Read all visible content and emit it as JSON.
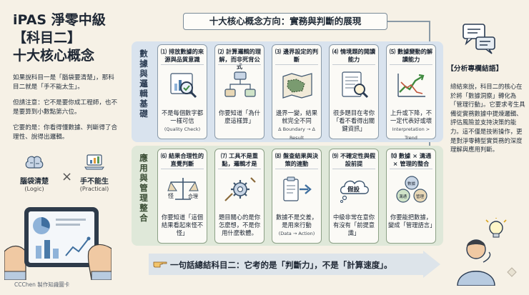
{
  "left": {
    "title_lines": [
      "iPAS 淨零中級",
      "【科目二】",
      "十大核心概念"
    ],
    "para1": "如果說科目一是「腦袋要清楚」，那科目二就是「手不能太生」。",
    "para2": "但請注意：它不是要你成工程師，也不是要算到小數點第六位。",
    "para3": "它要的是：你看得懂數據、判斷得了合理性、說得出邏輯。",
    "logic_label": "腦袋清楚",
    "logic_sub": "(Logic)",
    "practical_label": "手不能生",
    "practical_sub": "(Practical)",
    "times": "×",
    "credit": "CCChen 製作知識圖卡"
  },
  "main": {
    "title": "十大核心概念方向：實務與判斷的展現",
    "row1_label": "數據與邏輯基礎",
    "row2_label": "應用與管理整合",
    "cards": [
      {
        "num": "1",
        "title": "⑴ 排放數據的來源與品質意識",
        "desc": "不是每個數字都一樣可信",
        "en": "(Quality Check)"
      },
      {
        "num": "2",
        "title": "⑵ 計算邏輯的理解，而非死背公式",
        "desc": "你要知道「為什麼這樣算」",
        "en": ""
      },
      {
        "num": "3",
        "title": "⑶ 邊界設定的判斷",
        "desc": "邊界一變，結果就完全不同",
        "en": "Δ Boundary → Δ Result"
      },
      {
        "num": "4",
        "title": "⑷ 情境題的閱讀能力",
        "desc": "很多題目在考你「看不看得出關鍵資訊」",
        "en": ""
      },
      {
        "num": "5",
        "title": "⑸ 數據變動的解讀能力",
        "desc": "上升或下降，不一定代表好或壞",
        "en": "Interpretation > Trend"
      },
      {
        "num": "6",
        "title": "⑹ 結果合理性的直覺判斷",
        "desc": "你要知道「這個結果看起來怪不怪」",
        "en": ""
      },
      {
        "num": "7",
        "title": "⑺ 工具不是重點，邏輯才是",
        "desc": "題目關心的是你怎麼想，不是你用什麼軟體。",
        "en": ""
      },
      {
        "num": "8",
        "title": "⑻ 盤查結果與決策的連動",
        "desc": "數據不是交差，是用來行動",
        "en": "(Data → Action)"
      },
      {
        "num": "9",
        "title": "⑼ 不確定性與假設前提",
        "desc": "中級非常在意你有沒有「前提意識」",
        "en": ""
      },
      {
        "num": "10",
        "title": "⑽ 數據 × 溝通 × 管理的整合",
        "desc": "你要能把數據，變成「管理語言」",
        "en": ""
      }
    ],
    "bottom": "一句話總結科目二：它考的是「判斷力」，不是「計算速度」。",
    "icon_labels": {
      "weird": "怪",
      "ok": "合理",
      "assume": "假設",
      "data": "數據",
      "comm": "溝通",
      "mgmt": "管理"
    }
  },
  "right": {
    "heading": "【分析專欄結語】",
    "text": "總結來說，科目二的核心在於將「數據洞察」轉化為「管理行動」。它要求考生具備從實務數據中提煉邏輯、評估風險並支持決策的能力。這不僅是技術操作，更是對淨零轉型實質務的深度理解與應用判斷。"
  },
  "colors": {
    "row1_bg": "#d9e3ee",
    "row2_bg": "#dfe8d9",
    "background": "#f6f1e6",
    "card_bg": "#fbfaf6"
  }
}
